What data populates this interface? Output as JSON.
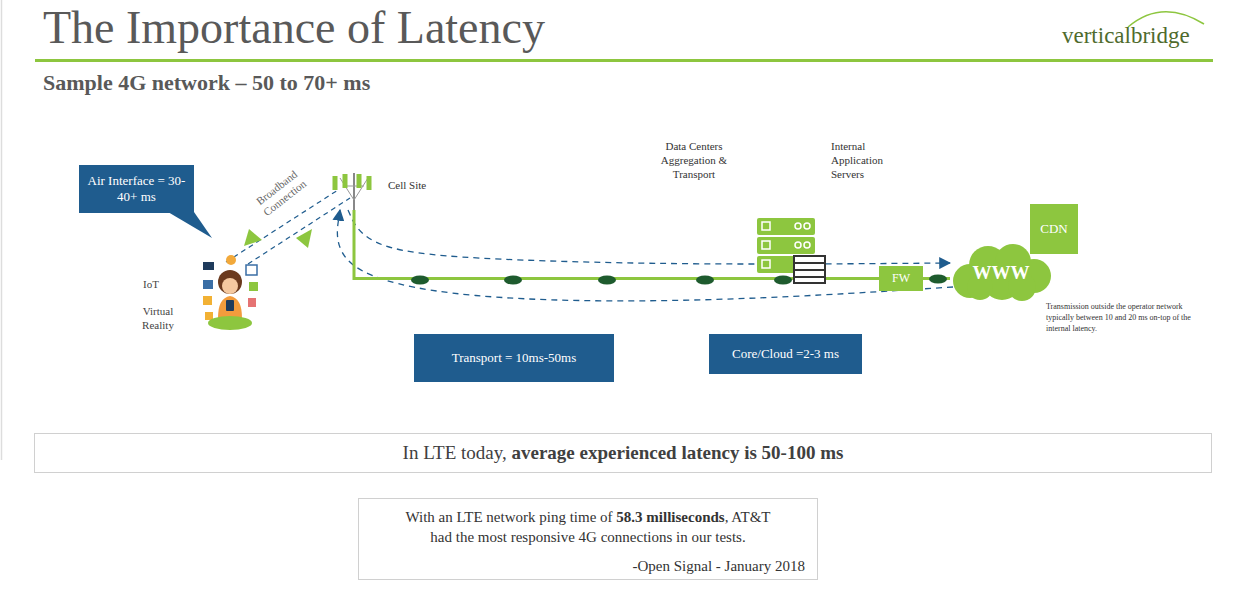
{
  "diagram": {
    "title": "The Importance of Latency",
    "nodes": [
      {
        "text": [
          "Air Interface = 30-40+ ms"
        ]
      },
      {
        "text": [
          "Cell Site"
        ]
      },
      {
        "text": [
          "CDN"
        ]
      },
      {
        "text": [
          "FW"
        ]
      },
      {
        "text": [
          "WWW"
        ]
      },
      {
        "text": [
          "Transport = 10ms-50ms"
        ]
      },
      {
        "text": [
          "Core/Cloud =2-3 ms"
        ]
      },
      {
        "text": [
          "In LTE today,",
          "average experienced latency is 50-100 ms"
        ]
      },
      {
        "text": [
          "With an LTE network ping time of",
          "58.3 milliseconds",
          ", AT&T had the most responsive 4G connections in our tests.",
          "-Open Signal - January 2018"
        ]
      }
    ],
    "edges": [
      {
        "from": 1,
        "to": 4,
        "arrow": "to"
      },
      {
        "from": 4,
        "to": 1,
        "arrow": "to"
      },
      {
        "from": 1,
        "to": 3,
        "arrow": "none"
      },
      {
        "from": 3,
        "to": 4,
        "arrow": "none"
      }
    ],
    "labels": [
      "verticalbridge",
      "Sample 4G network – 50 to 70+ ms",
      "Broadband Connection",
      "IoT",
      "Virtual Reality",
      "Data Centers Aggregation & Transport",
      "Internal Application Servers",
      "Transmission outside the operator network typically between 10 and 20 ms on-top of the internal latency."
    ]
  }
}
